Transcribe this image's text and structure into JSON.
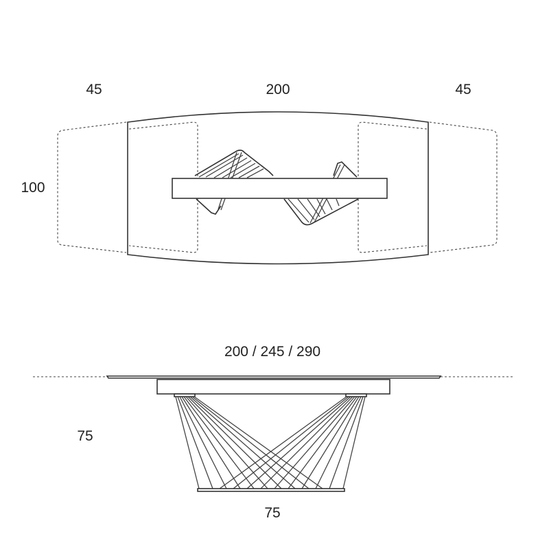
{
  "top_view": {
    "ext_left_width": "45",
    "main_width": "200",
    "ext_right_width": "45",
    "depth": "100"
  },
  "side_view": {
    "lengths": "200 / 245 / 290",
    "height": "75",
    "base_width": "75"
  }
}
